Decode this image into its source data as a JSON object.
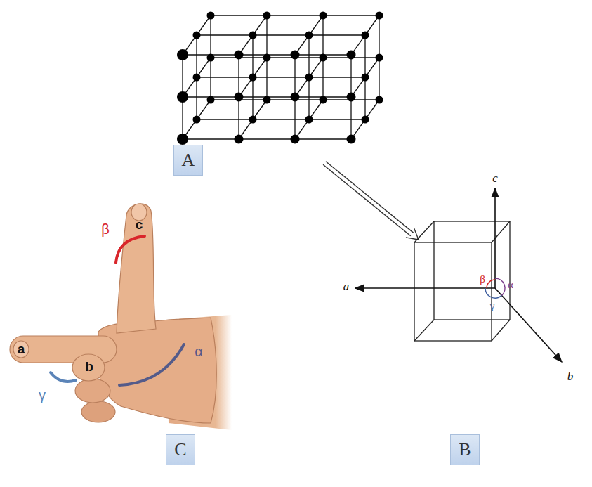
{
  "diagram": {
    "nodes": [
      {
        "text": [
          "A"
        ]
      },
      {
        "text": [
          "B"
        ]
      },
      {
        "text": [
          "C"
        ]
      }
    ],
    "labels": [
      "c",
      "a",
      "b",
      "β",
      "α",
      "γ",
      "a",
      "b",
      "c",
      "γ",
      "β",
      "α"
    ]
  }
}
